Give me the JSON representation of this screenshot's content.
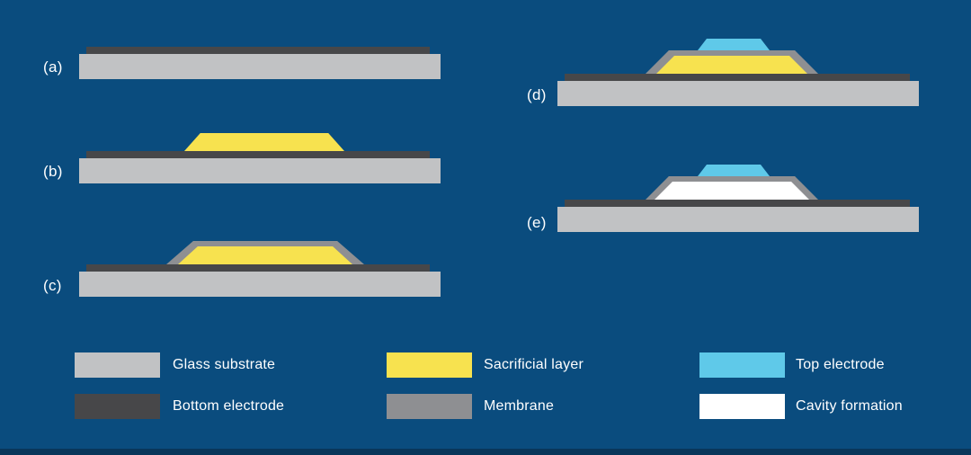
{
  "colors": {
    "background": "#0a4c7e",
    "glass_substrate": "#c1c2c4",
    "bottom_electrode": "#474749",
    "sacrificial_layer": "#f7e24f",
    "membrane": "#8e8f92",
    "top_electrode": "#5fc9e9",
    "cavity_formation": "#ffffff",
    "text": "#ffffff",
    "bottom_strip": "#09365a"
  },
  "panels": [
    {
      "id": "a",
      "label": "(a)",
      "layers": [
        "glass_substrate",
        "bottom_electrode"
      ]
    },
    {
      "id": "b",
      "label": "(b)",
      "layers": [
        "glass_substrate",
        "bottom_electrode",
        "sacrificial_layer"
      ]
    },
    {
      "id": "c",
      "label": "(c)",
      "layers": [
        "glass_substrate",
        "bottom_electrode",
        "sacrificial_layer",
        "membrane"
      ]
    },
    {
      "id": "d",
      "label": "(d)",
      "layers": [
        "glass_substrate",
        "bottom_electrode",
        "sacrificial_layer",
        "membrane",
        "top_electrode"
      ]
    },
    {
      "id": "e",
      "label": "(e)",
      "layers": [
        "glass_substrate",
        "bottom_electrode",
        "membrane",
        "cavity_formation",
        "top_electrode"
      ]
    }
  ],
  "legend": {
    "items": [
      {
        "label": "Glass substrate",
        "color_key": "glass_substrate"
      },
      {
        "label": "Bottom electrode",
        "color_key": "bottom_electrode"
      },
      {
        "label": "Sacrificial layer",
        "color_key": "sacrificial_layer"
      },
      {
        "label": "Membrane",
        "color_key": "membrane"
      },
      {
        "label": "Top electrode",
        "color_key": "top_electrode"
      },
      {
        "label": "Cavity formation",
        "color_key": "cavity_formation"
      }
    ]
  }
}
